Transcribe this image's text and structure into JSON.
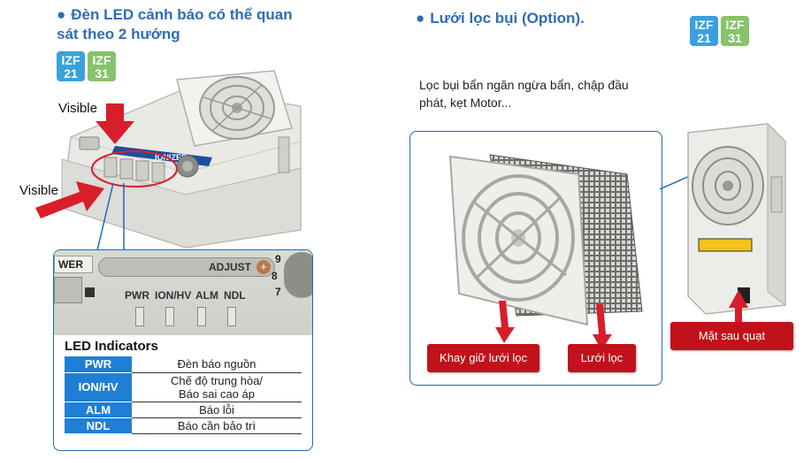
{
  "left": {
    "heading_line1": "Đèn LED cảnh báo có thể quan",
    "heading_line2": "sát theo 2 hướng",
    "visible_top": "Visible",
    "visible_side": "Visible",
    "ionizer_label": "IONIZER",
    "adjust_label": "ADJUST",
    "power_label": "WER",
    "dial_numbers": [
      "9",
      "8",
      "7"
    ],
    "indicator_labels": [
      "PWR",
      "ION/HV",
      "ALM",
      "NDL"
    ],
    "led_title": "LED Indicators",
    "led_rows": [
      {
        "code": "PWR",
        "line1": "Đèn báo nguồn",
        "line2": ""
      },
      {
        "code": "ION/HV",
        "line1": "Chế độ trung hòa/",
        "line2": "Báo sai cao áp"
      },
      {
        "code": "ALM",
        "line1": "Báo lỗi",
        "line2": ""
      },
      {
        "code": "NDL",
        "line1": "Báo cần bảo trì",
        "line2": ""
      }
    ]
  },
  "right": {
    "heading": "Lưới lọc bụi (Option).",
    "description_line1": "Lọc bụi bẩn ngăn ngừa bẩn, chập đầu",
    "description_line2": "phát, kẹt Motor...",
    "label_frame": "Khay giữ lưới lọc",
    "label_mesh": "Lưới lọc",
    "label_back": "Mặt sau quạt"
  },
  "badges": [
    {
      "top": "IZF",
      "bottom": "21"
    },
    {
      "top": "IZF",
      "bottom": "31"
    }
  ],
  "colors": {
    "heading": "#2f6cb5",
    "badge_blue": "#3aa0dc",
    "badge_green": "#86c36a",
    "table_header": "#1f7fd4",
    "label_red": "#c1121b",
    "arrow_red": "#d81e2a"
  }
}
